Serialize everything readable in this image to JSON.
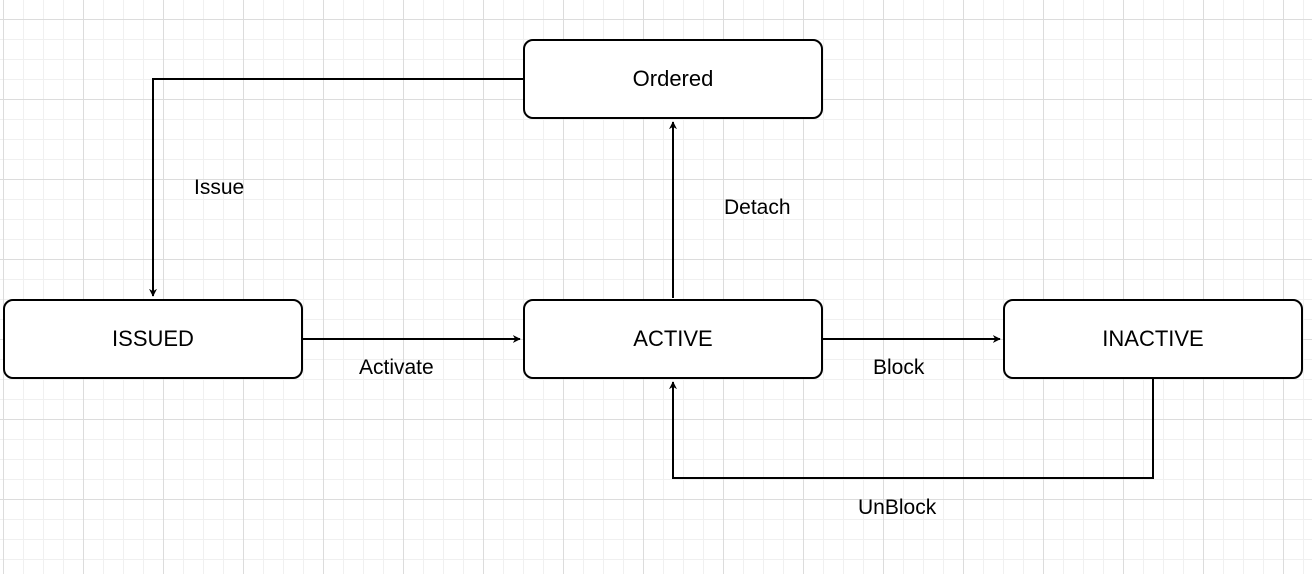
{
  "diagram": {
    "type": "state-diagram",
    "nodes": [
      {
        "id": "ordered",
        "label": "Ordered"
      },
      {
        "id": "issued",
        "label": "ISSUED"
      },
      {
        "id": "active",
        "label": "ACTIVE"
      },
      {
        "id": "inactive",
        "label": "INACTIVE"
      }
    ],
    "edges": [
      {
        "id": "issue",
        "from": "ordered",
        "to": "issued",
        "label": "Issue"
      },
      {
        "id": "activate",
        "from": "issued",
        "to": "active",
        "label": "Activate"
      },
      {
        "id": "detach",
        "from": "active",
        "to": "ordered",
        "label": "Detach"
      },
      {
        "id": "block",
        "from": "active",
        "to": "inactive",
        "label": "Block"
      },
      {
        "id": "unblock",
        "from": "inactive",
        "to": "active",
        "label": "UnBlock"
      }
    ],
    "colors": {
      "stroke": "#000000",
      "node_fill": "#ffffff",
      "grid_major": "#dcdcdc",
      "grid_minor": "#f0f0f0"
    }
  }
}
